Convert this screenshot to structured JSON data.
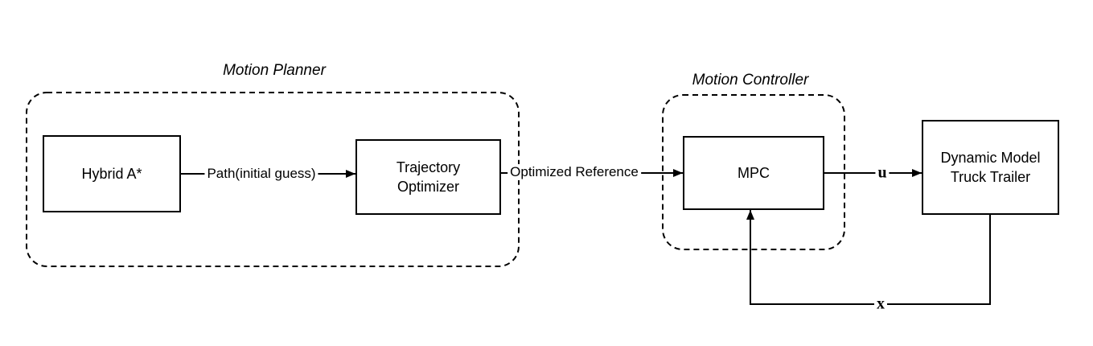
{
  "diagram": {
    "background_color": "#ffffff",
    "line_color": "#000000",
    "groups": [
      {
        "id": "motion-planner",
        "title": "Motion Planner"
      },
      {
        "id": "motion-controller",
        "title": "Motion Controller"
      }
    ],
    "nodes": [
      {
        "id": "hybrid-a-star",
        "label": "Hybrid A*"
      },
      {
        "id": "trajectory-optimizer",
        "label": "Trajectory\nOptimizer"
      },
      {
        "id": "mpc",
        "label": "MPC"
      },
      {
        "id": "dynamic-model-truck-trailer",
        "label": "Dynamic Model\nTruck Trailer"
      }
    ],
    "edges": [
      {
        "from": "hybrid-a-star",
        "to": "trajectory-optimizer",
        "label": "Path(initial guess)"
      },
      {
        "from": "trajectory-optimizer",
        "to": "mpc",
        "label": "Optimized Reference"
      },
      {
        "from": "mpc",
        "to": "dynamic-model-truck-trailer",
        "label": "u"
      },
      {
        "from": "dynamic-model-truck-trailer",
        "to": "mpc",
        "label": "x"
      }
    ]
  }
}
